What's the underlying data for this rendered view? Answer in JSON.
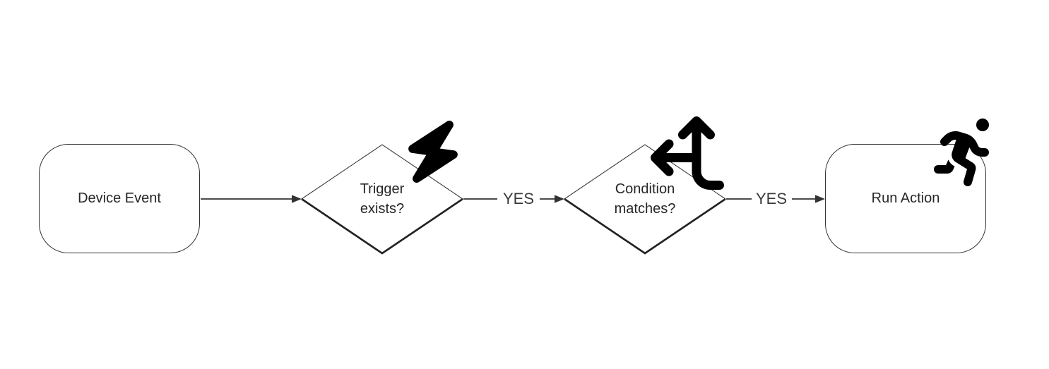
{
  "diagram": {
    "type": "flowchart",
    "colors": {
      "background": "#ffffff",
      "shape_stroke": "#333333",
      "shape_shadow_stroke": "#222222",
      "edge_stroke": "#333333",
      "text": "#262626",
      "icon": "#000000"
    },
    "nodes": [
      {
        "id": "device-event",
        "shape": "rounded-rect",
        "label": "Device Event"
      },
      {
        "id": "trigger-exists",
        "shape": "diamond",
        "label": "Trigger exists?",
        "label_line1": "Trigger",
        "label_line2": "exists?",
        "icon": "lightning-bolt-icon"
      },
      {
        "id": "condition-matches",
        "shape": "diamond",
        "label": "Condition matches?",
        "label_line1": "Condition",
        "label_line2": "matches?",
        "icon": "arrows-split-up-left-icon"
      },
      {
        "id": "run-action",
        "shape": "rounded-rect",
        "label": "Run Action",
        "icon": "person-running-icon"
      }
    ],
    "edges": [
      {
        "from": "device-event",
        "to": "trigger-exists",
        "label": ""
      },
      {
        "from": "trigger-exists",
        "to": "condition-matches",
        "label": "YES"
      },
      {
        "from": "condition-matches",
        "to": "run-action",
        "label": "YES"
      }
    ]
  }
}
